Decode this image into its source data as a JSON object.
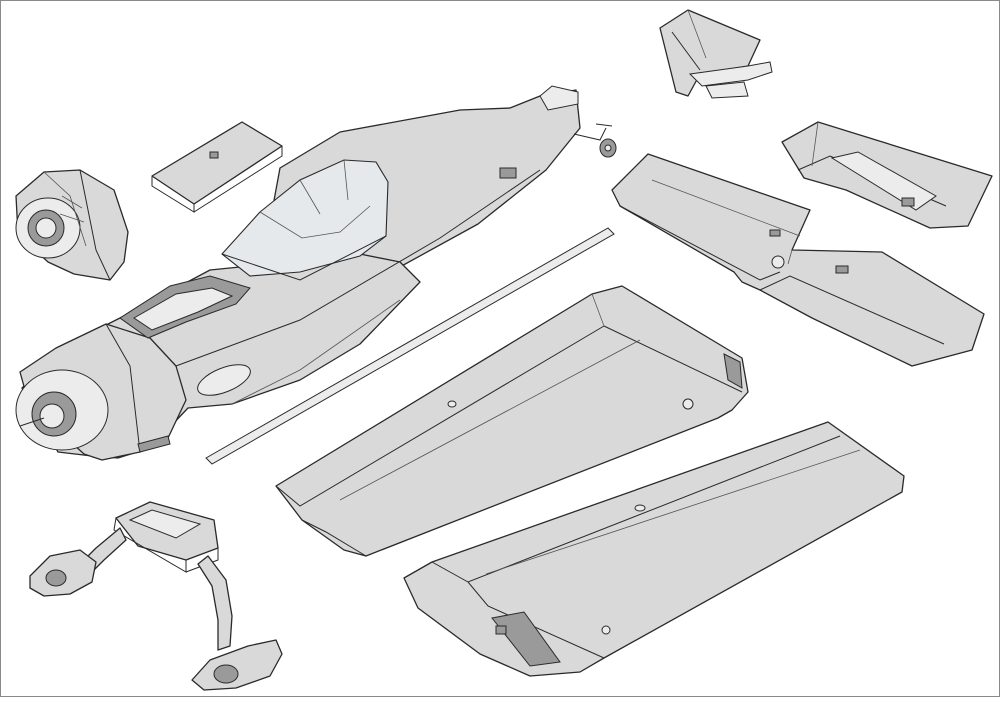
{
  "diagram": {
    "parts": [
      {
        "name": "cowl"
      },
      {
        "name": "battery-hatch"
      },
      {
        "name": "fuselage"
      },
      {
        "name": "tail-wheel"
      },
      {
        "name": "vertical-stabilizer"
      },
      {
        "name": "elevator-half-top"
      },
      {
        "name": "horizontal-stabilizer"
      },
      {
        "name": "wing-tube"
      },
      {
        "name": "right-wing-panel"
      },
      {
        "name": "left-wing-panel"
      },
      {
        "name": "main-landing-gear"
      }
    ],
    "colors": {
      "part_fill": "#d9d9d9",
      "outline": "#2a2a2a",
      "background": "#ffffff"
    }
  }
}
